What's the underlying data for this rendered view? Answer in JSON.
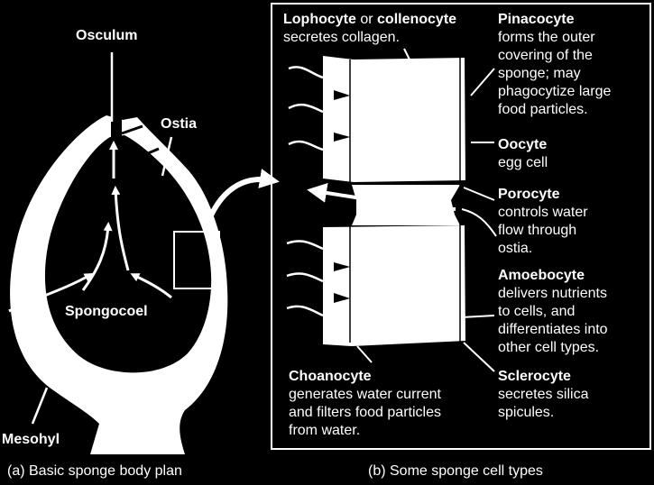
{
  "left_panel": {
    "labels": {
      "osculum": "Osculum",
      "ostia": "Ostia",
      "spongocoel": "Spongocoel",
      "mesohyl": "Mesohyl"
    },
    "caption": "(a) Basic sponge body plan"
  },
  "right_panel": {
    "caption": "(b) Some sponge cell types",
    "lophocyte": {
      "title": "Lophocyte",
      "joiner": " or ",
      "title2": "collenocyte",
      "desc": "secretes collagen."
    },
    "pinacocyte": {
      "title": "Pinacocyte",
      "desc": [
        "forms the outer",
        "covering of the",
        "sponge; may",
        "phagocytize large",
        "food particles."
      ]
    },
    "oocyte": {
      "title": "Oocyte",
      "desc": [
        "egg cell"
      ]
    },
    "porocyte": {
      "title": "Porocyte",
      "desc": [
        "controls water",
        "flow through",
        "ostia."
      ]
    },
    "amoebocyte": {
      "title": "Amoebocyte",
      "desc": [
        "delivers nutrients",
        "to cells, and",
        "differentiates into",
        "other cell types."
      ]
    },
    "choanocyte": {
      "title": "Choanocyte",
      "desc": [
        "generates water current",
        "and filters food particles",
        "from water."
      ]
    },
    "sclerocyte": {
      "title": "Sclerocyte",
      "desc": [
        "secretes silica",
        "spicules."
      ]
    }
  },
  "colors": {
    "background": "#000000",
    "foreground": "#ffffff"
  }
}
